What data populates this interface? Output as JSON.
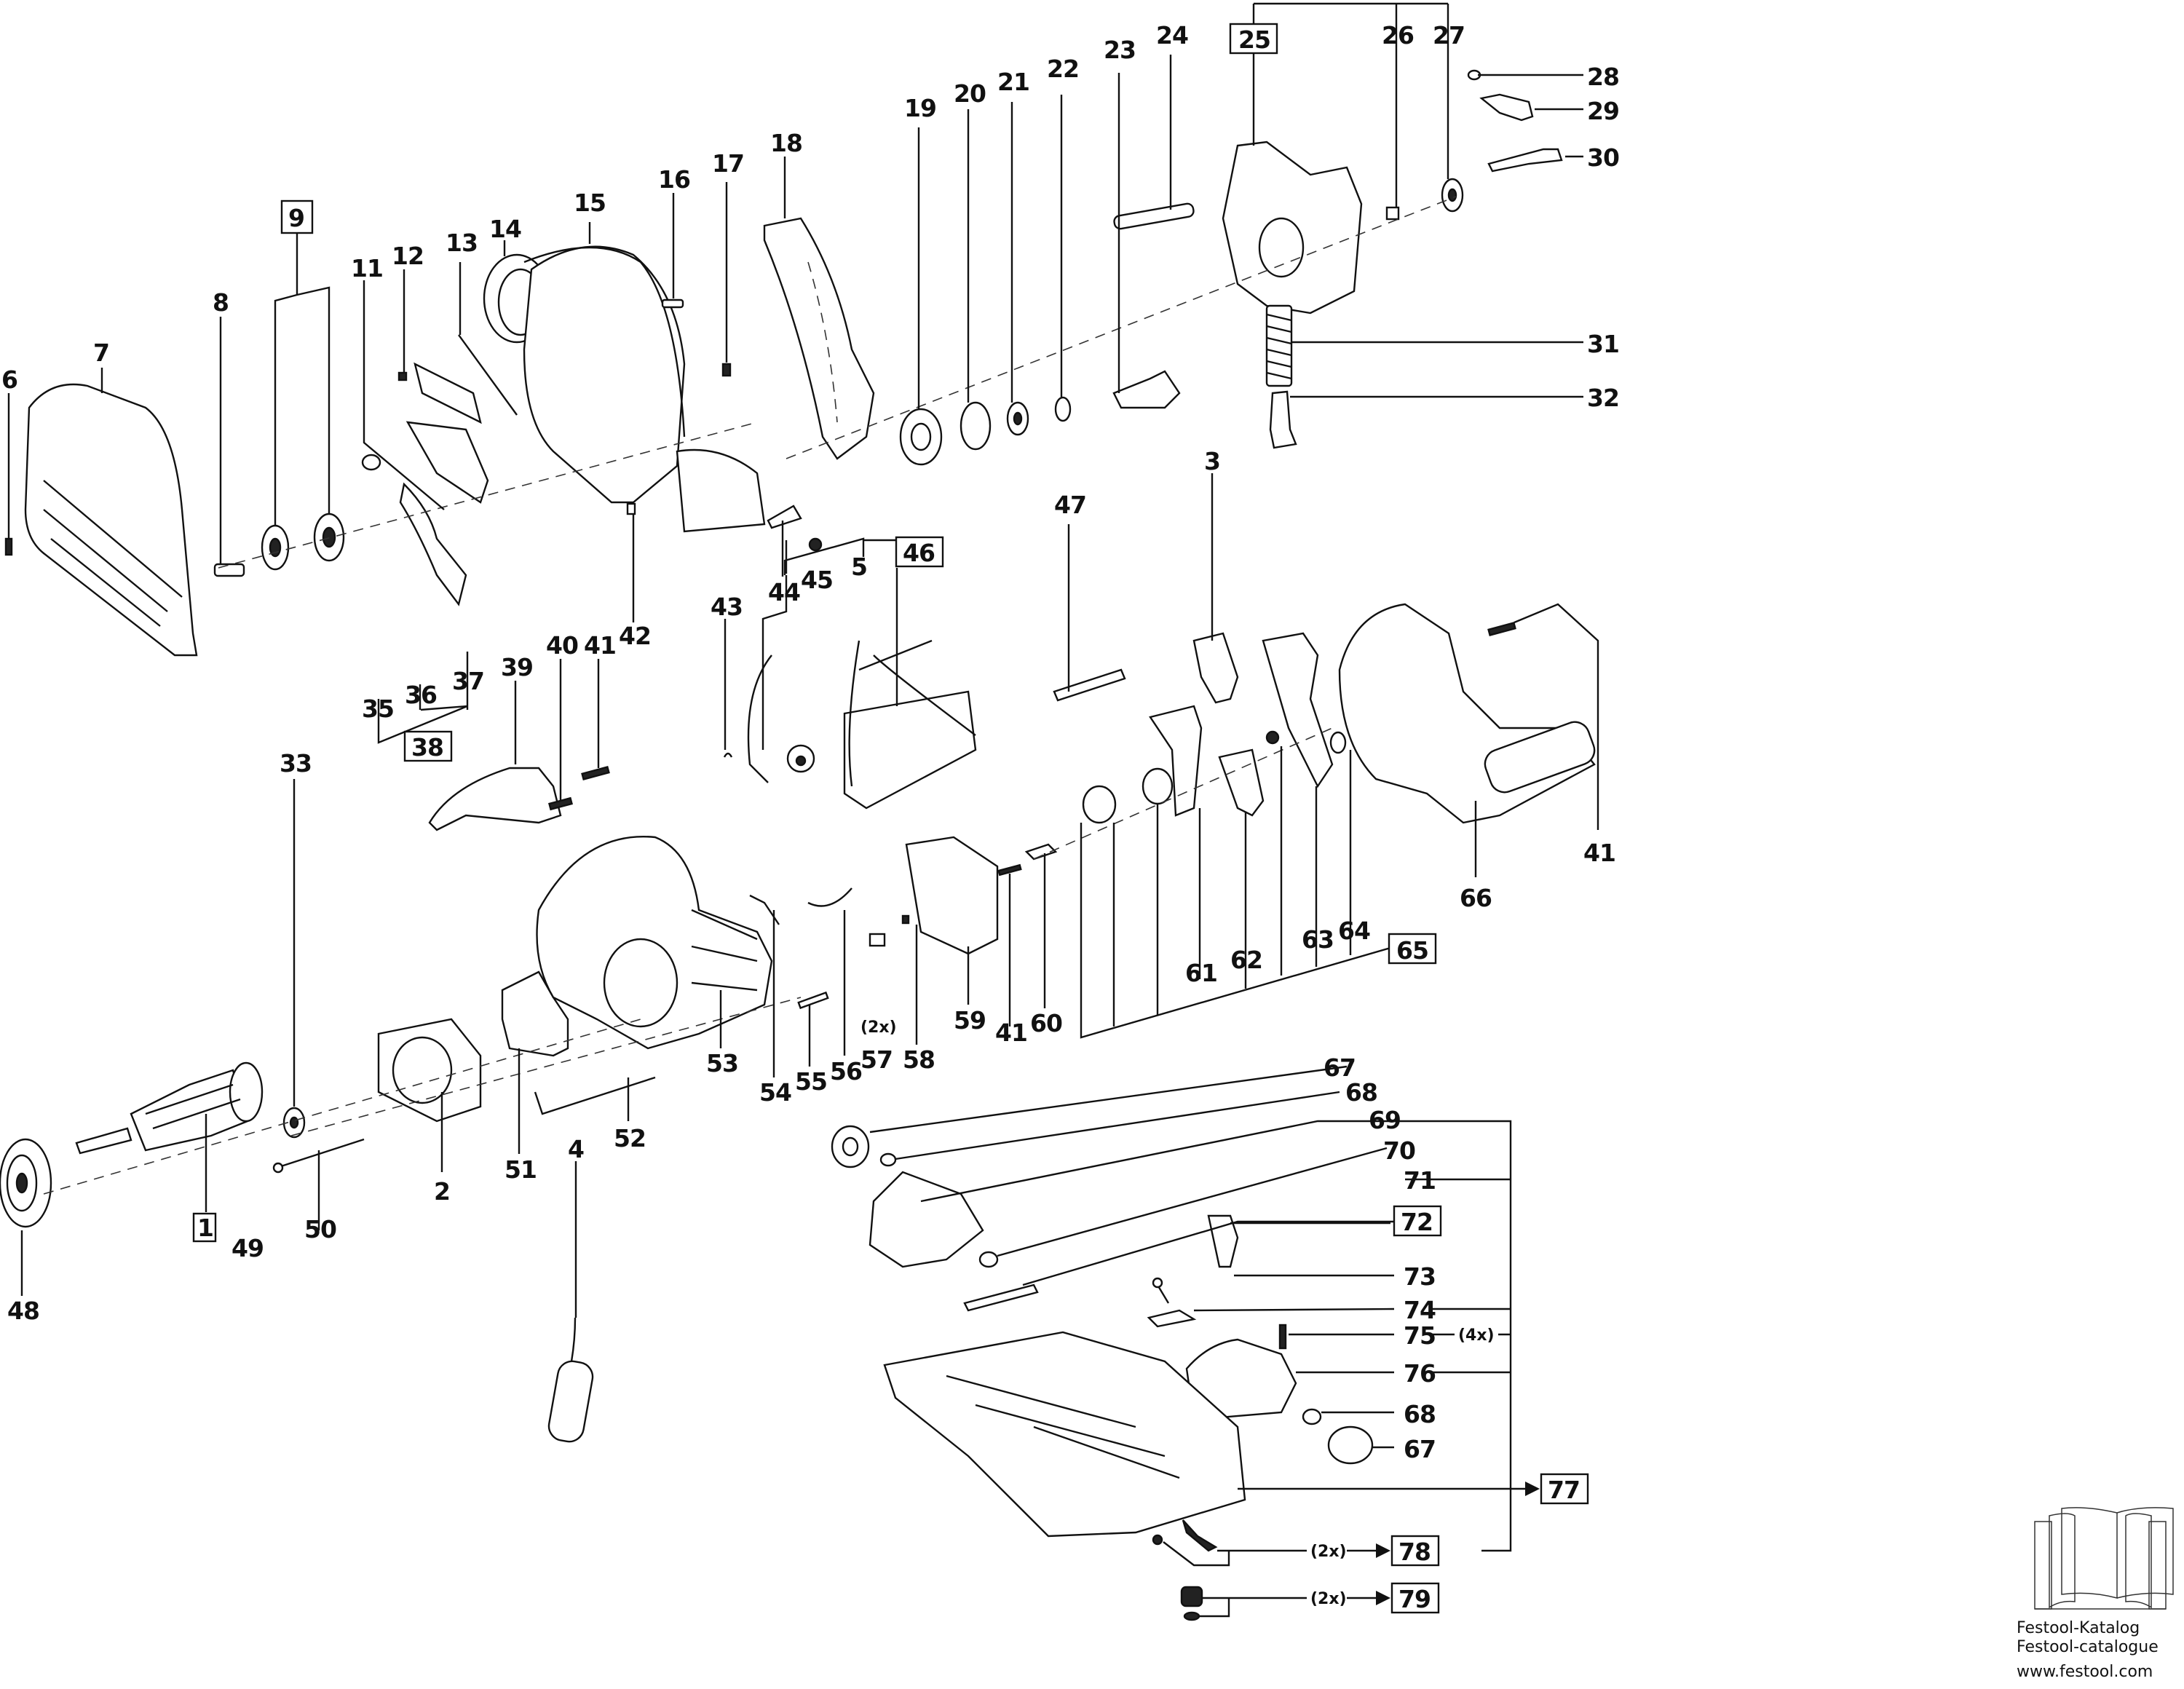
{
  "diagram": {
    "title": "Exploded parts diagram",
    "labels": [
      {
        "id": "1",
        "text": "1",
        "boxed": true
      },
      {
        "id": "2",
        "text": "2",
        "boxed": false
      },
      {
        "id": "3",
        "text": "3",
        "boxed": false
      },
      {
        "id": "4",
        "text": "4",
        "boxed": false
      },
      {
        "id": "5",
        "text": "5",
        "boxed": false
      },
      {
        "id": "6",
        "text": "6",
        "boxed": false
      },
      {
        "id": "7",
        "text": "7",
        "boxed": false
      },
      {
        "id": "8",
        "text": "8",
        "boxed": false
      },
      {
        "id": "9",
        "text": "9",
        "boxed": true
      },
      {
        "id": "11",
        "text": "11",
        "boxed": false
      },
      {
        "id": "12",
        "text": "12",
        "boxed": false
      },
      {
        "id": "13",
        "text": "13",
        "boxed": false
      },
      {
        "id": "14",
        "text": "14",
        "boxed": false
      },
      {
        "id": "15",
        "text": "15",
        "boxed": false
      },
      {
        "id": "16",
        "text": "16",
        "boxed": false
      },
      {
        "id": "17",
        "text": "17",
        "boxed": false
      },
      {
        "id": "18",
        "text": "18",
        "boxed": false
      },
      {
        "id": "19",
        "text": "19",
        "boxed": false
      },
      {
        "id": "20",
        "text": "20",
        "boxed": false
      },
      {
        "id": "21",
        "text": "21",
        "boxed": false
      },
      {
        "id": "22",
        "text": "22",
        "boxed": false
      },
      {
        "id": "23",
        "text": "23",
        "boxed": false
      },
      {
        "id": "24",
        "text": "24",
        "boxed": false
      },
      {
        "id": "25",
        "text": "25",
        "boxed": true
      },
      {
        "id": "26",
        "text": "26",
        "boxed": false
      },
      {
        "id": "27",
        "text": "27",
        "boxed": false
      },
      {
        "id": "28",
        "text": "28",
        "boxed": false
      },
      {
        "id": "29",
        "text": "29",
        "boxed": false
      },
      {
        "id": "30",
        "text": "30",
        "boxed": false
      },
      {
        "id": "31",
        "text": "31",
        "boxed": false
      },
      {
        "id": "32",
        "text": "32",
        "boxed": false
      },
      {
        "id": "33",
        "text": "33",
        "boxed": false
      },
      {
        "id": "35",
        "text": "35",
        "boxed": false
      },
      {
        "id": "36",
        "text": "36",
        "boxed": false
      },
      {
        "id": "37",
        "text": "37",
        "boxed": false
      },
      {
        "id": "38",
        "text": "38",
        "boxed": true
      },
      {
        "id": "39",
        "text": "39",
        "boxed": false
      },
      {
        "id": "40",
        "text": "40",
        "boxed": false
      },
      {
        "id": "41a",
        "text": "41",
        "boxed": false
      },
      {
        "id": "41b",
        "text": "41",
        "boxed": false
      },
      {
        "id": "41c",
        "text": "41",
        "boxed": false
      },
      {
        "id": "42",
        "text": "42",
        "boxed": false
      },
      {
        "id": "43",
        "text": "43",
        "boxed": false
      },
      {
        "id": "44",
        "text": "44",
        "boxed": false
      },
      {
        "id": "45",
        "text": "45",
        "boxed": false
      },
      {
        "id": "46",
        "text": "46",
        "boxed": true
      },
      {
        "id": "47",
        "text": "47",
        "boxed": false
      },
      {
        "id": "48",
        "text": "48",
        "boxed": false
      },
      {
        "id": "49",
        "text": "49",
        "boxed": false
      },
      {
        "id": "50",
        "text": "50",
        "boxed": false
      },
      {
        "id": "51",
        "text": "51",
        "boxed": false
      },
      {
        "id": "52",
        "text": "52",
        "boxed": false
      },
      {
        "id": "53",
        "text": "53",
        "boxed": false
      },
      {
        "id": "54",
        "text": "54",
        "boxed": false
      },
      {
        "id": "55",
        "text": "55",
        "boxed": false
      },
      {
        "id": "56",
        "text": "56",
        "boxed": false
      },
      {
        "id": "57",
        "text": "57",
        "boxed": false
      },
      {
        "id": "58",
        "text": "58",
        "boxed": false
      },
      {
        "id": "59",
        "text": "59",
        "boxed": false
      },
      {
        "id": "60",
        "text": "60",
        "boxed": false
      },
      {
        "id": "61",
        "text": "61",
        "boxed": false
      },
      {
        "id": "62",
        "text": "62",
        "boxed": false
      },
      {
        "id": "63",
        "text": "63",
        "boxed": false
      },
      {
        "id": "64",
        "text": "64",
        "boxed": false
      },
      {
        "id": "65",
        "text": "65",
        "boxed": true
      },
      {
        "id": "66",
        "text": "66",
        "boxed": false
      },
      {
        "id": "67a",
        "text": "67",
        "boxed": false
      },
      {
        "id": "67b",
        "text": "67",
        "boxed": false
      },
      {
        "id": "68a",
        "text": "68",
        "boxed": false
      },
      {
        "id": "68b",
        "text": "68",
        "boxed": false
      },
      {
        "id": "69",
        "text": "69",
        "boxed": false
      },
      {
        "id": "70",
        "text": "70",
        "boxed": false
      },
      {
        "id": "71",
        "text": "71",
        "boxed": false
      },
      {
        "id": "72",
        "text": "72",
        "boxed": true
      },
      {
        "id": "73",
        "text": "73",
        "boxed": false
      },
      {
        "id": "74",
        "text": "74",
        "boxed": false
      },
      {
        "id": "75",
        "text": "75",
        "boxed": false
      },
      {
        "id": "76",
        "text": "76",
        "boxed": false
      },
      {
        "id": "77",
        "text": "77",
        "boxed": true
      },
      {
        "id": "78",
        "text": "78",
        "boxed": true
      },
      {
        "id": "79",
        "text": "79",
        "boxed": true
      }
    ],
    "quantities": {
      "q57": "(2x)",
      "q75": "(4x)",
      "q78": "(2x)",
      "q79": "(2x)"
    }
  },
  "catalog": {
    "icon": "open-book-icon",
    "line1": "Festool-Katalog",
    "line2": "Festool-catalogue",
    "url": "www.festool.com"
  }
}
